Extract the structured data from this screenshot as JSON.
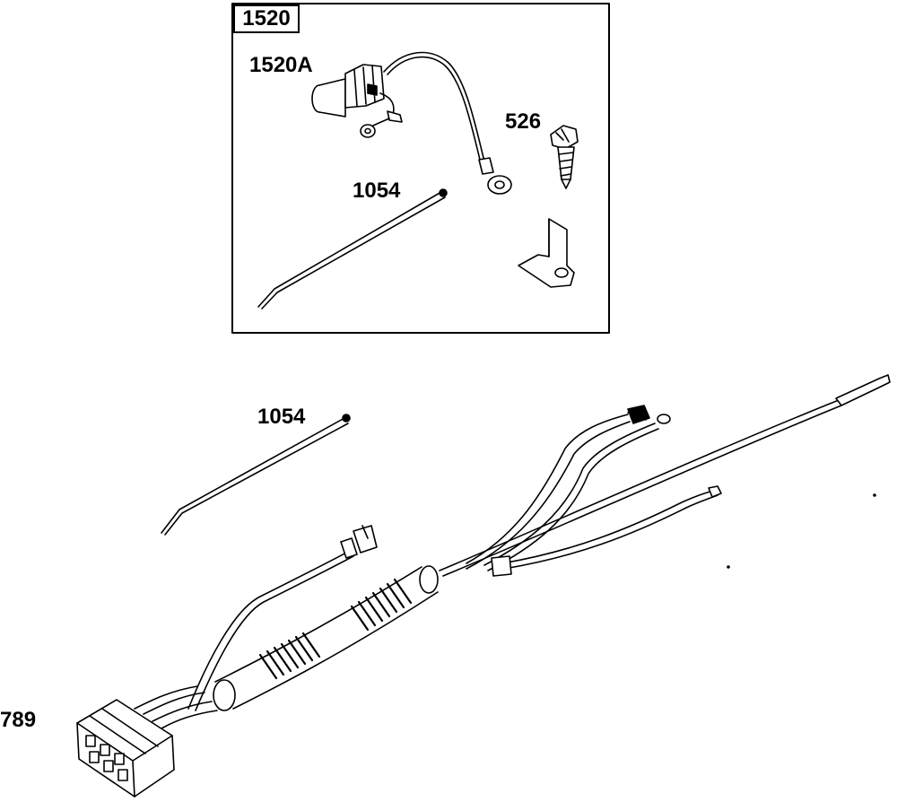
{
  "kit": {
    "label": "1520"
  },
  "callouts": {
    "switch": "1520A",
    "screw": "526",
    "tie_inset": "1054",
    "tie_main": "1054",
    "harness": "789"
  }
}
